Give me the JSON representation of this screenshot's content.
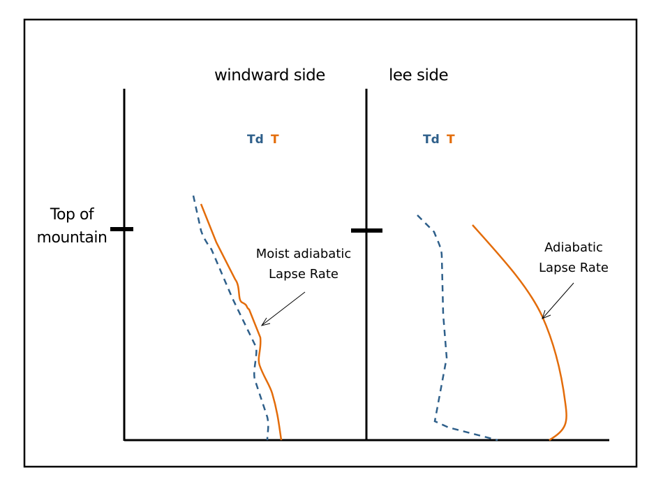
{
  "panels": {
    "windward": {
      "title": "windward side",
      "td_label": "Td",
      "t_label": "T",
      "annotation": [
        "Moist adiabatic",
        "Lapse Rate"
      ]
    },
    "lee": {
      "title": "lee side",
      "td_label": "Td",
      "t_label": "T",
      "annotation": [
        "Adiabatic",
        "Lapse Rate"
      ]
    }
  },
  "y_marker": [
    "Top of",
    "mountain"
  ],
  "colors": {
    "td": "#2e5f8a",
    "t": "#e36c0a",
    "axis": "#000000"
  }
}
